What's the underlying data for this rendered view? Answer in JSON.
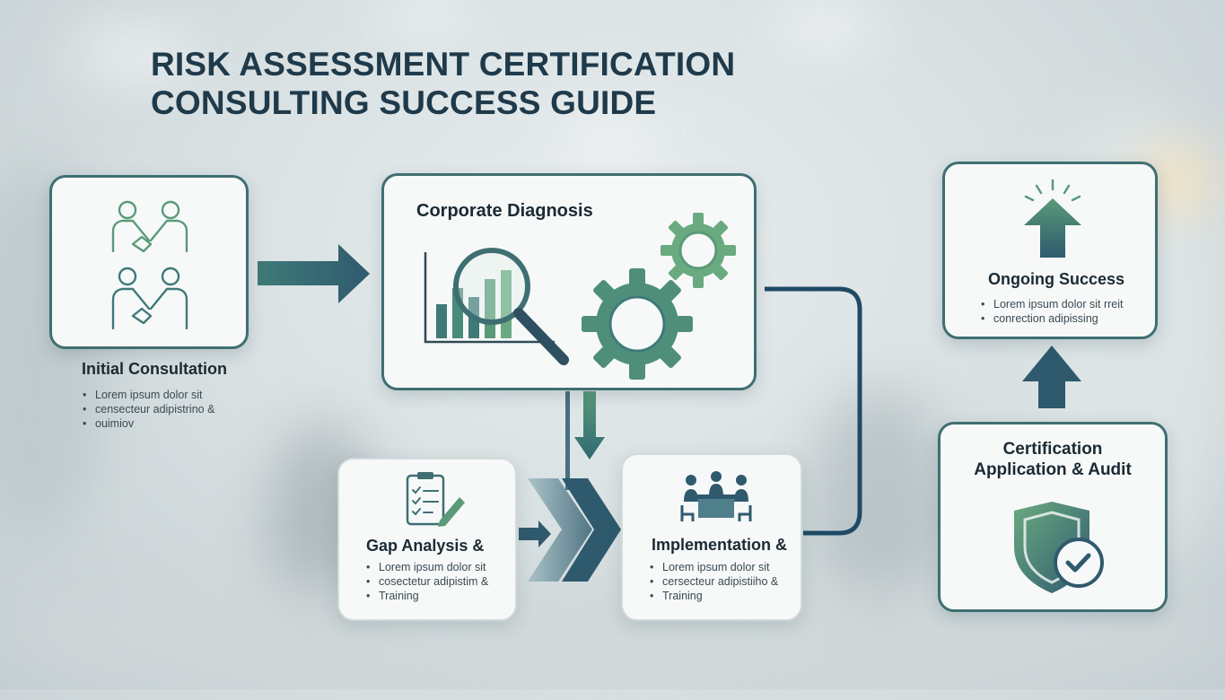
{
  "title": {
    "line1": "RISK ASSESSMENT CERTIFICATION",
    "line2": "CONSULTING SUCCESS GUIDE"
  },
  "steps": {
    "initial": {
      "title": "Initial Consultation",
      "bullets": [
        "Lorem ipsum dolor sit",
        "censecteur adipistrino &",
        "ouimiov"
      ]
    },
    "diagnosis": {
      "title": "Corporate Diagnosis"
    },
    "gap": {
      "title": "Gap Analysis &",
      "bullets": [
        "Lorem ipsum dolor sit",
        "cosectetur adipistim &",
        "Training"
      ]
    },
    "implementation": {
      "title": "Implementation &",
      "bullets": [
        "Lorem ipsum dolor sit",
        "cersecteur adipistiiho &",
        "Training"
      ]
    },
    "certification": {
      "title_line1": "Certification",
      "title_line2": "Application & Audit"
    },
    "ongoing": {
      "title": "Ongoing Success",
      "bullets": [
        "Lorem ipsum dolor sit rreit",
        "conrection adipissing"
      ]
    }
  },
  "icons": {
    "initial": "handshake-icon",
    "diagnosis": "magnifier-chart-gears-icon",
    "gap": "clipboard-checklist-icon",
    "implementation": "meeting-table-icon",
    "certification": "shield-check-icon",
    "ongoing": "up-arrow-burst-icon"
  },
  "colors": {
    "primary_dark": "#1f3a4a",
    "accent_green": "#5a9a78",
    "accent_teal": "#3f6f72",
    "arrow_blue": "#2f5a6e"
  }
}
